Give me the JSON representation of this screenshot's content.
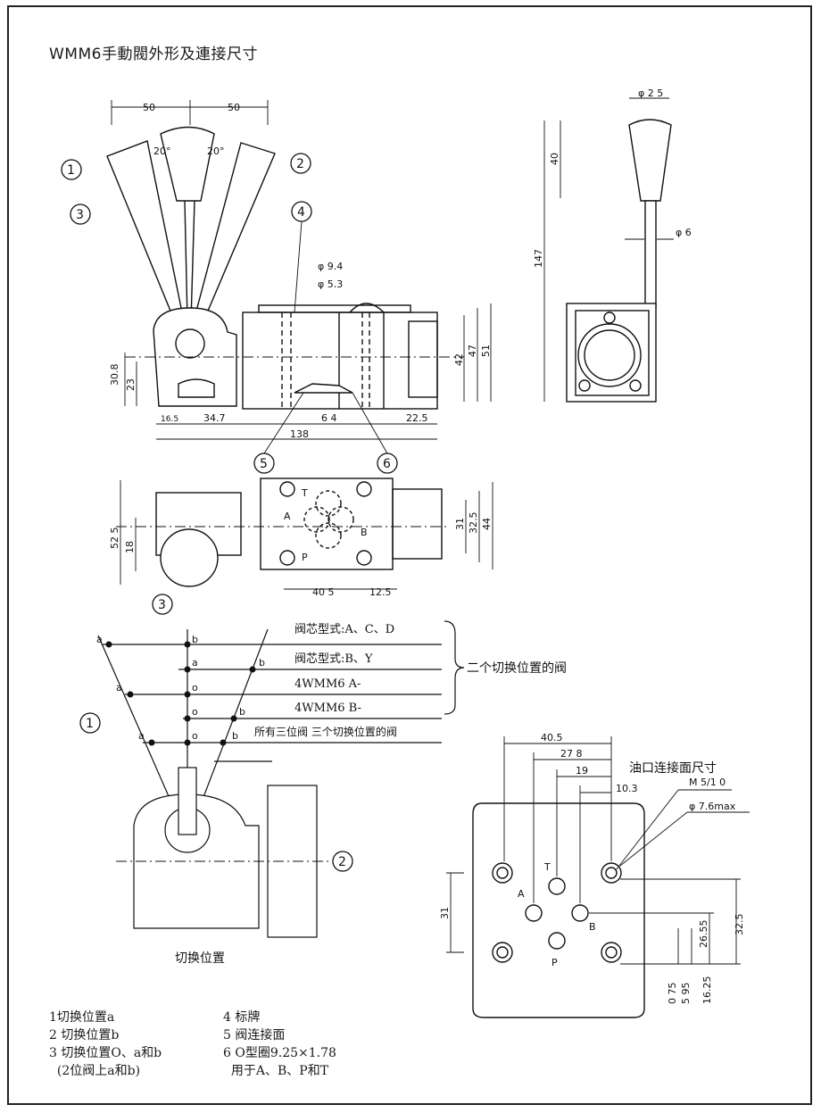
{
  "title": "WMM6手動閥外形及連接尺寸",
  "front_view": {
    "dims": {
      "d50_left": "50",
      "d50_right": "50",
      "angle_left": "20°",
      "angle_right": "20°",
      "d30_8": "30.8",
      "d23": "23",
      "d16_5": "16.5",
      "d34_7": "34.7",
      "d64": "6 4",
      "d22_5": "22.5",
      "d138": "138",
      "d42": "42",
      "d47": "47",
      "d51": "51",
      "phi9_4": "φ 9.4",
      "phi5_3": "φ 5.3"
    },
    "callouts": {
      "c1": "1",
      "c2": "2",
      "c3": "3",
      "c4": "4",
      "c5": "5",
      "c6": "6"
    }
  },
  "side_view": {
    "dims": {
      "phi25": "φ 2 5",
      "d40": "40",
      "d147": "147",
      "phi6": "φ 6"
    }
  },
  "top_view": {
    "dims": {
      "d52_5": "52 5",
      "d18": "18",
      "d31": "31",
      "d32_5": "32.5",
      "d44": "44",
      "d40_5": "40 5",
      "d12_5": "12.5"
    },
    "ports": {
      "T": "T",
      "A": "A",
      "B": "B",
      "P": "P"
    }
  },
  "switch_diagram": {
    "callout3": "3",
    "callout1": "1",
    "callout2": "2",
    "rows": [
      {
        "text": "阀芯型式:A、C、D"
      },
      {
        "text": "阀芯型式:B、Y"
      },
      {
        "text": "4WMM6    A-"
      },
      {
        "text": "4WMM6    B-"
      },
      {
        "text": "所有三位阀    三个切换位置的阀"
      }
    ],
    "brace_label": "二个切换位置的阀",
    "pos_a": "a",
    "pos_b": "b",
    "pos_o": "o",
    "caption": "切换位置"
  },
  "port_face": {
    "title": "油口连接面尺寸",
    "dims": {
      "d40_5": "40.5",
      "d27_8": "27 8",
      "d19": "19",
      "d10_3": "10.3",
      "m5": "M 5/1 0",
      "phi7_6": "φ 7.6max",
      "d31": "31",
      "d26_55": "26.55",
      "d32_5": "32.5",
      "d0_75": "0 75",
      "d5_95": "5 95",
      "d16_25": "16.25"
    },
    "ports": {
      "T": "T",
      "A": "A",
      "B": "B",
      "P": "P"
    }
  },
  "legend": {
    "col1": [
      "1切换位置a",
      "2 切换位置b",
      "3  切换位置O、a和b",
      "  (2位阀上a和b)"
    ],
    "col2": [
      "4 标牌",
      "5 阀连接面",
      "6 O型圈9.25×1.78",
      "  用于A、B、P和T"
    ]
  }
}
